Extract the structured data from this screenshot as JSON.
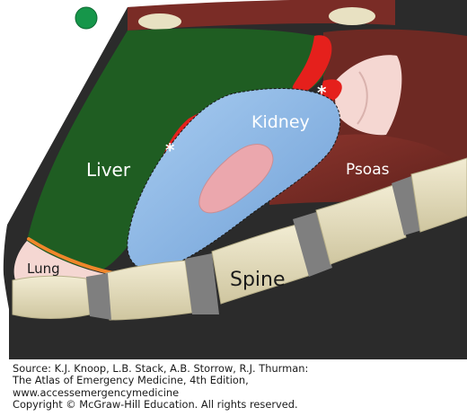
{
  "labels": {
    "kidney": "Kidney",
    "liver": "Liver",
    "psoas": "Psoas",
    "spine": "Spine",
    "lung": "Lung",
    "asterisk": "*"
  },
  "colors": {
    "background_sector": "#2b2b2b",
    "liver": "#1f5d22",
    "kidney": "#8bb6e5",
    "kidney_pelvis": "#eba7ad",
    "fluid": "#e5201c",
    "psoas": "#7a2c26",
    "bone": "#e8e1c2",
    "disc": "#7f7f7f",
    "lung": "#f5d7d2",
    "lung_border": "#f0862a",
    "indicator_dot": "#16964a"
  },
  "source_lines": [
    "Source: K.J. Knoop, L.B. Stack, A.B. Storrow, R.J. Thurman:",
    "The Atlas of Emergency Medicine, 4th Edition,",
    "www.accessemergencymedicine",
    "Copyright © McGraw-Hill Education. All rights reserved."
  ]
}
